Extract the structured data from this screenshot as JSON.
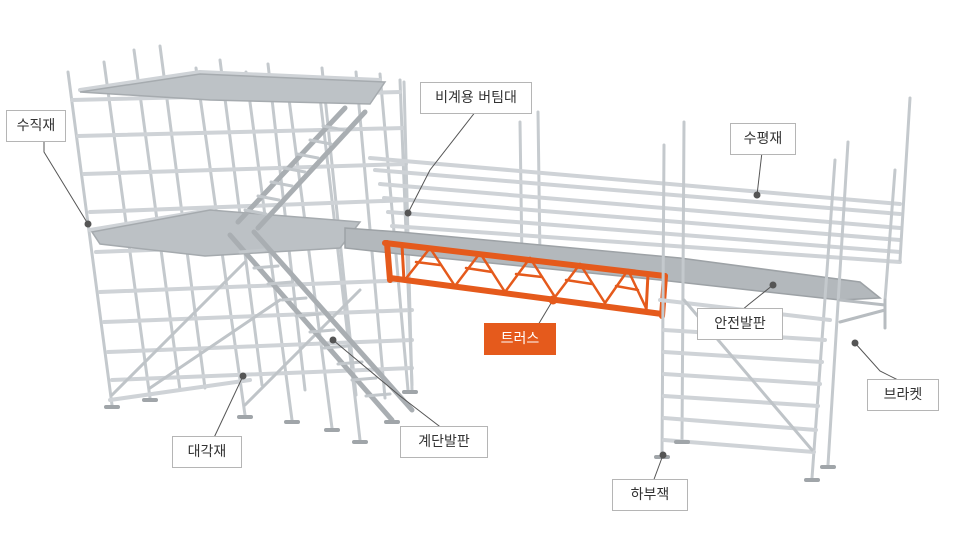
{
  "colors": {
    "pipe": "#c8cdd1",
    "pipe_dark": "#9aa0a5",
    "deck": "#b9bec2",
    "highlight": "#e55a1c",
    "leader": "#555555",
    "label_border": "#b5b5b5"
  },
  "labels": {
    "vertical": "수직재",
    "emergency_stair_support": "비계용 버팀대",
    "horizontal": "수평재",
    "truss": "트러스",
    "safety_deck": "안전발판",
    "bracket": "브라켓",
    "diagonal": "대각재",
    "stair_deck": "계단발판",
    "base_jack": "하부잭"
  }
}
